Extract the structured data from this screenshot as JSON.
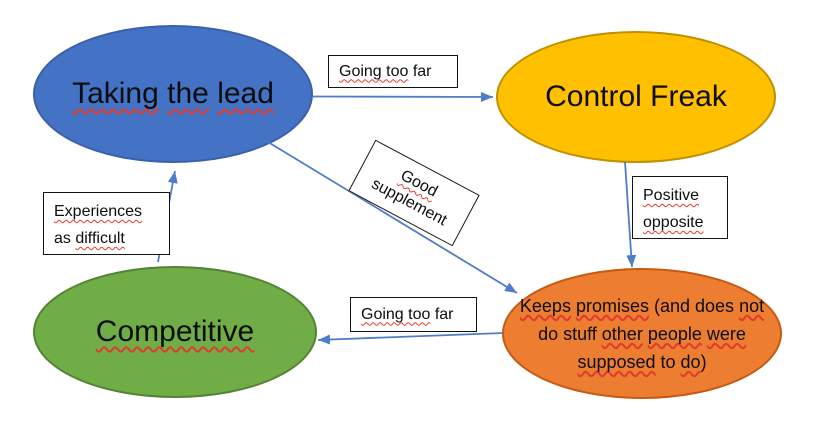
{
  "diagram": {
    "background": "#ffffff",
    "arrow_color": "#4e7dc9",
    "squiggle_color": "#e03b2f",
    "label_box_border": "#141414",
    "nodes": {
      "taking_the_lead": {
        "fill": "#4472c4",
        "border": "#3a5fab",
        "lines": [
          [
            [
              "Taking",
              true
            ],
            [
              " ",
              false
            ],
            [
              "the",
              true
            ],
            [
              " ",
              false
            ],
            [
              "lead",
              true
            ]
          ]
        ]
      },
      "control_freak": {
        "fill": "#ffc000",
        "border": "#bf9000",
        "lines": [
          [
            [
              "Control Freak",
              false
            ]
          ]
        ]
      },
      "competitive": {
        "fill": "#70ad47",
        "border": "#548235",
        "lines": [
          [
            [
              "Competitive",
              true
            ]
          ]
        ]
      },
      "keeps_promises": {
        "fill": "#ed7d31",
        "border": "#c55a11",
        "lines": [
          [
            [
              "Keeps",
              true
            ],
            [
              " ",
              false
            ],
            [
              "promises",
              true
            ],
            [
              " (and does ",
              false
            ],
            [
              "not",
              true
            ]
          ],
          [
            [
              "do stuff ",
              false
            ],
            [
              "other",
              true
            ],
            [
              " ",
              false
            ],
            [
              "people",
              true
            ],
            [
              " ",
              false
            ],
            [
              "were",
              true
            ]
          ],
          [
            [
              "supposed",
              true
            ],
            [
              " to ",
              false
            ],
            [
              "do",
              true
            ],
            [
              ")",
              false
            ]
          ]
        ]
      }
    },
    "labels": {
      "going_too_far_top": {
        "lines": [
          [
            [
              "Going too",
              true
            ],
            [
              " far",
              false
            ]
          ]
        ]
      },
      "good_supplement": {
        "lines": [
          [
            [
              "Good",
              true
            ]
          ],
          [
            [
              "supplement",
              false
            ]
          ]
        ]
      },
      "positive_opposite": {
        "lines": [
          [
            [
              "Positive",
              true
            ]
          ],
          [
            [
              "opposite",
              true
            ]
          ]
        ]
      },
      "experiences_as_difficult": {
        "lines": [
          [
            [
              "Experiences",
              true
            ]
          ],
          [
            [
              "as ",
              false
            ],
            [
              "difficult",
              true
            ]
          ]
        ]
      },
      "going_too_far_bottom": {
        "lines": [
          [
            [
              "Going too",
              true
            ],
            [
              " far",
              false
            ]
          ]
        ]
      }
    },
    "edges": [
      {
        "from": "taking_the_lead",
        "to": "control_freak",
        "label": "Going too far"
      },
      {
        "from": "taking_the_lead",
        "to": "keeps_promises",
        "label": "Good supplement"
      },
      {
        "from": "control_freak",
        "to": "keeps_promises",
        "label": "Positive opposite"
      },
      {
        "from": "competitive",
        "to": "taking_the_lead",
        "label": "Experiences as difficult"
      },
      {
        "from": "keeps_promises",
        "to": "competitive",
        "label": "Going too far"
      }
    ]
  }
}
